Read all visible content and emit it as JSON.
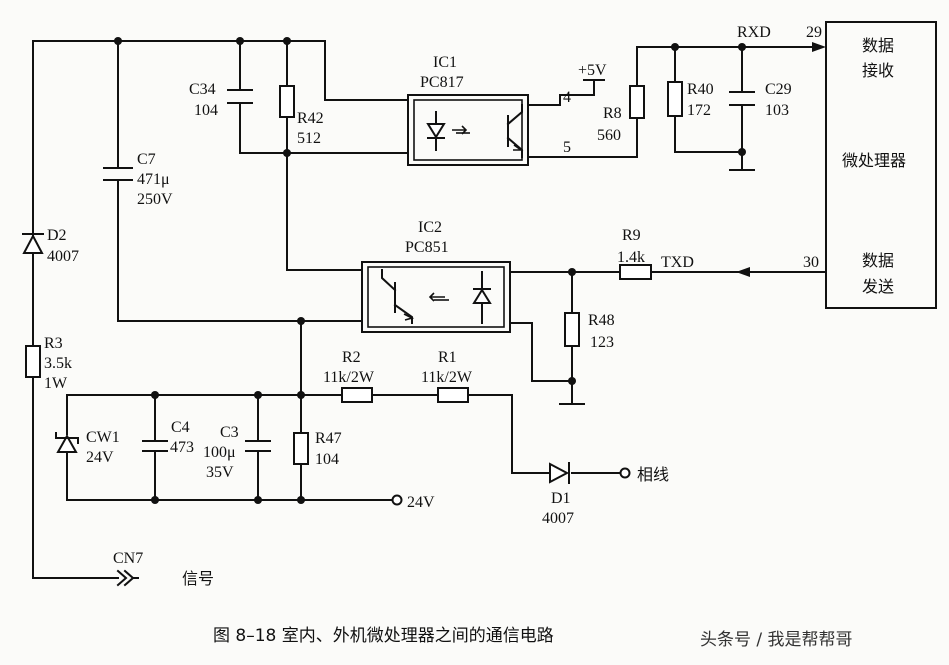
{
  "components": {
    "ic1": {
      "ref": "IC1",
      "part": "PC817",
      "pin4": "4",
      "pin5": "5"
    },
    "ic2": {
      "ref": "IC2",
      "part": "PC851"
    },
    "c34": {
      "ref": "C34",
      "value": "104"
    },
    "r42": {
      "ref": "R42",
      "value": "512"
    },
    "c7": {
      "ref": "C7",
      "value1": "471μ",
      "value2": "250V"
    },
    "d2": {
      "ref": "D2",
      "value": "4007"
    },
    "r3": {
      "ref": "R3",
      "value1": "3.5k",
      "value2": "1W"
    },
    "cw1": {
      "ref": "CW1",
      "value": "24V"
    },
    "c4": {
      "ref": "C4",
      "value": "473"
    },
    "c3": {
      "ref": "C3",
      "value1": "100μ",
      "value2": "35V"
    },
    "r47": {
      "ref": "R47",
      "value": "104"
    },
    "r2": {
      "ref": "R2",
      "value": "11k/2W"
    },
    "r1": {
      "ref": "R1",
      "value": "11k/2W"
    },
    "d1": {
      "ref": "D1",
      "value": "4007"
    },
    "r8": {
      "ref": "R8",
      "value": "560"
    },
    "r40": {
      "ref": "R40",
      "value": "172"
    },
    "c29": {
      "ref": "C29",
      "value": "103"
    },
    "r9": {
      "ref": "R9",
      "value": "1.4k"
    },
    "r48": {
      "ref": "R48",
      "value": "123"
    }
  },
  "nets": {
    "plus5v": "+5V",
    "rxd": "RXD",
    "txd": "TXD",
    "pin29": "29",
    "pin30": "30",
    "v24": "24V",
    "phase": "相线",
    "cn7": "CN7",
    "signal": "信号"
  },
  "mcu": {
    "rx1": "数据",
    "rx2": "接收",
    "title": "微处理器",
    "tx1": "数据",
    "tx2": "发送"
  },
  "caption": "图 8–18   室内、外机微处理器之间的通信电路",
  "watermark": "头条号 / 我是帮帮哥"
}
